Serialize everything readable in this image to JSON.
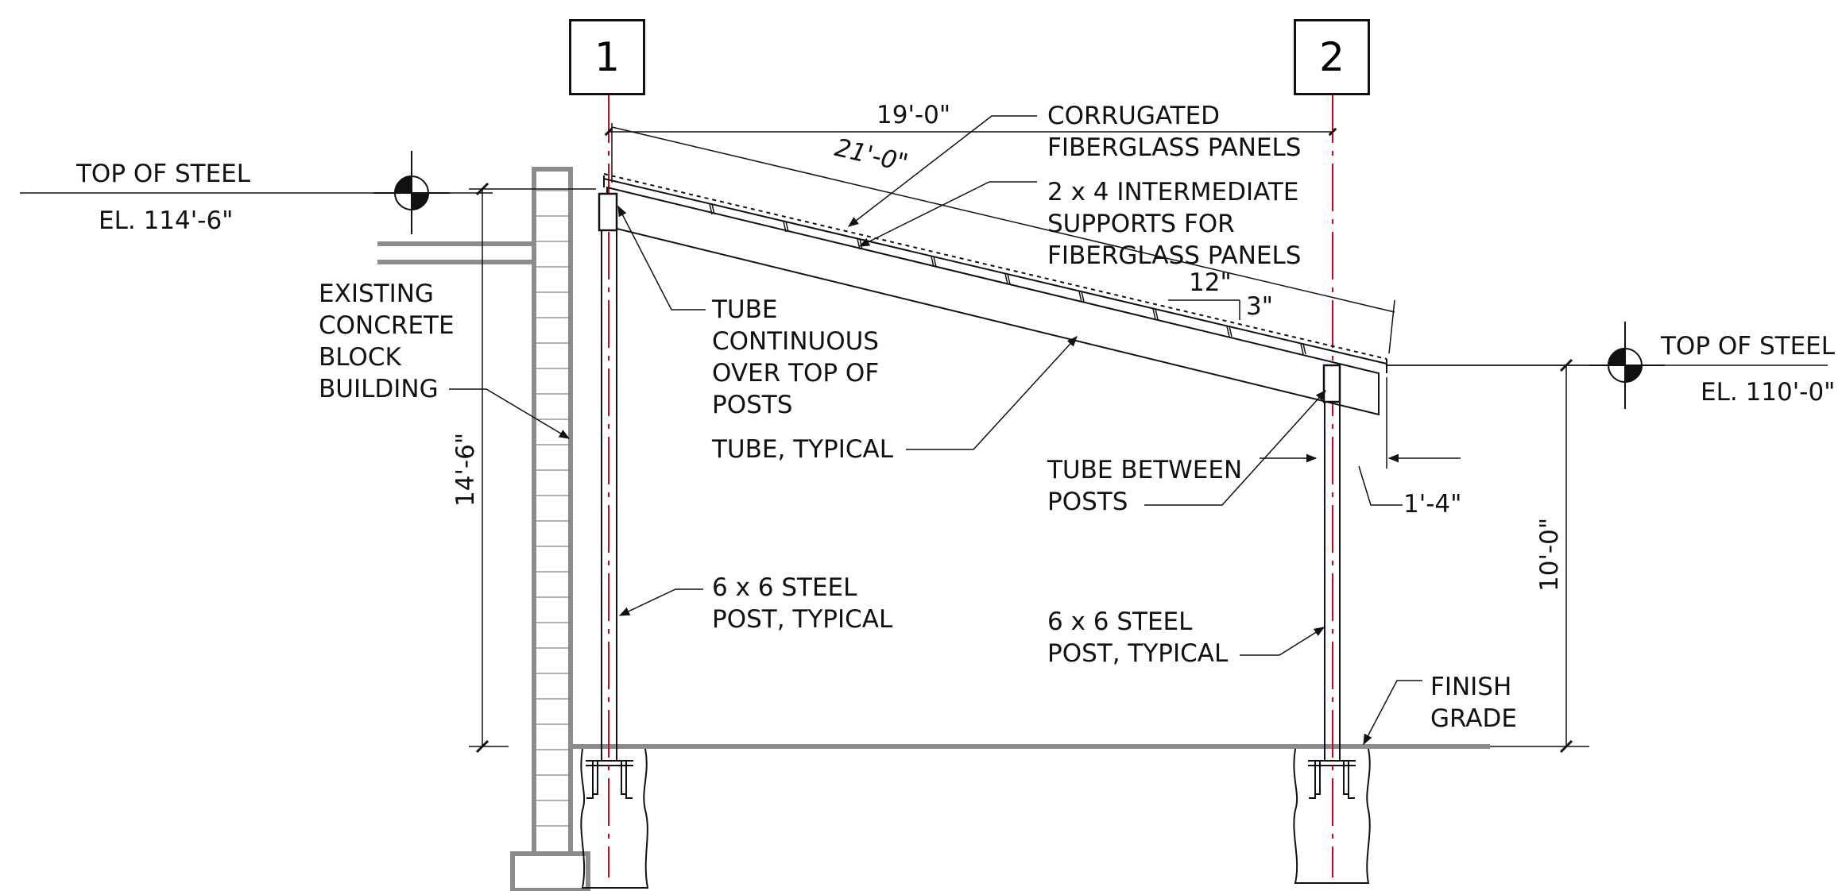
{
  "grid": {
    "one": "1",
    "two": "2"
  },
  "elevations": {
    "left_title": "TOP OF STEEL",
    "left_value": "EL. 114'-6\"",
    "right_title": "TOP OF STEEL",
    "right_value": "EL. 110'-0\""
  },
  "dimensions": {
    "horizontal_span": "19'-0\"",
    "sloped_span": "21'-0\"",
    "left_height": "14'-6\"",
    "right_height": "10'-0\"",
    "overhang": "1'-4\"",
    "slope_run": "12\"",
    "slope_rise": "3\""
  },
  "notes": {
    "corrugated": [
      "CORRUGATED",
      "FIBERGLASS PANELS"
    ],
    "supports": [
      "2 x 4 INTERMEDIATE",
      "SUPPORTS FOR",
      "FIBERGLASS PANELS"
    ],
    "existing": [
      "EXISTING",
      "CONCRETE",
      "BLOCK",
      "BUILDING"
    ],
    "tube_continuous": [
      "TUBE",
      "CONTINUOUS",
      "OVER TOP OF",
      "POSTS"
    ],
    "tube_typical": "TUBE, TYPICAL",
    "tube_between": [
      "TUBE BETWEEN",
      "POSTS"
    ],
    "post_left": [
      "6 x 6 STEEL",
      "POST, TYPICAL"
    ],
    "post_right": [
      "6 x 6 STEEL",
      "POST, TYPICAL"
    ],
    "finish_grade": [
      "FINISH",
      "GRADE"
    ]
  },
  "colors": {
    "centerline": "#d0021b",
    "wall": "#8c8c8c",
    "ink": "#111111"
  }
}
